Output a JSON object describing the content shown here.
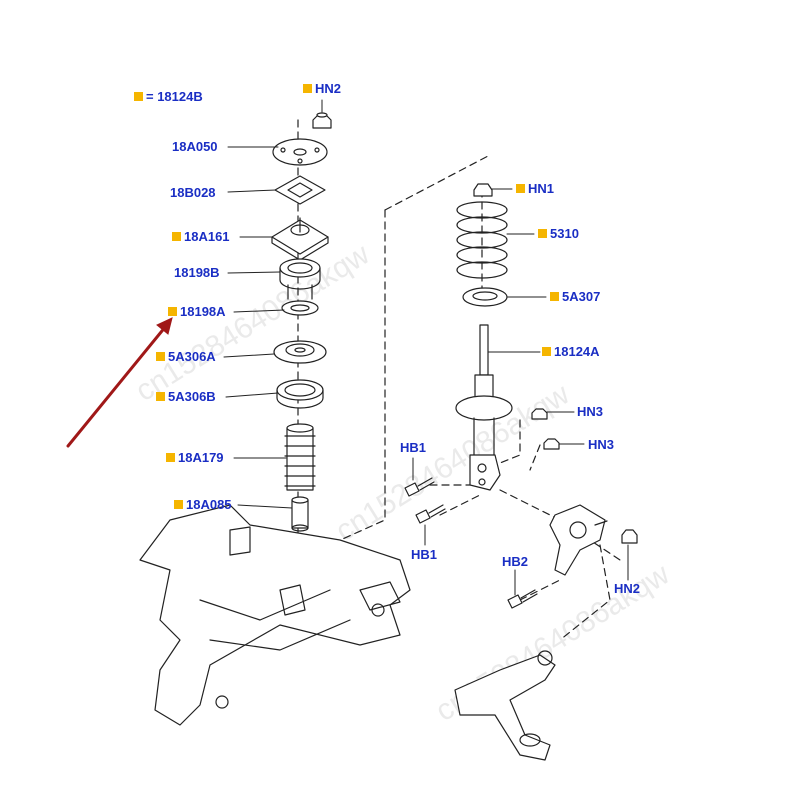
{
  "colors": {
    "label": "#1a2ec4",
    "marker": "#f5b500",
    "arrow": "#a01818",
    "line": "#222222"
  },
  "legend": {
    "equals": "= 18124B"
  },
  "labels": {
    "hn2_top": "HN2",
    "p18a050": "18A050",
    "p18b028": "18B028",
    "p18a161": "18A161",
    "p18198b": "18198B",
    "p18198a": "18198A",
    "p5a306a": "5A306A",
    "p5a306b": "5A306B",
    "p18a179": "18A179",
    "p18a085": "18A085",
    "hn1": "HN1",
    "p5310": "5310",
    "p5a307": "5A307",
    "p18124a": "18124A",
    "hn3_a": "HN3",
    "hn3_b": "HN3",
    "hb1_top": "HB1",
    "hb1_bottom": "HB1",
    "hb2": "HB2",
    "hn2_right": "HN2"
  },
  "watermark": "cn1528464086akqw"
}
